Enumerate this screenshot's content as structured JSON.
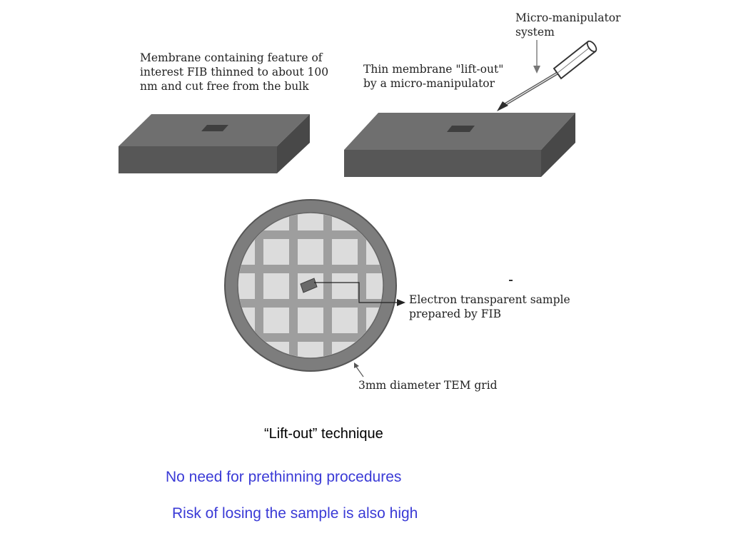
{
  "labels": {
    "membrane_note": [
      "Membrane containing feature of",
      "interest FIB thinned to about 100",
      "nm and cut free from the bulk"
    ],
    "liftout_note": [
      "Thin membrane \"lift-out\"",
      "by a micro-manipulator"
    ],
    "manipulator_note": [
      "Micro-manipulator",
      "system"
    ],
    "sample_note": [
      "Electron transparent sample",
      "prepared by FIB"
    ],
    "grid_note": "3mm diameter TEM grid"
  },
  "caption": {
    "title": "“Lift-out” technique",
    "points": [
      "No need for prethinning procedures",
      "Risk of losing the sample is also high"
    ]
  },
  "colors": {
    "accent_text": "#3a3ad6",
    "block_front": "#5a5a5a",
    "block_top": "#6f6f6f",
    "block_side": "#4a4a4a",
    "grid_ring": "#7d7d7d",
    "grid_cell": "#dcdcdc"
  }
}
